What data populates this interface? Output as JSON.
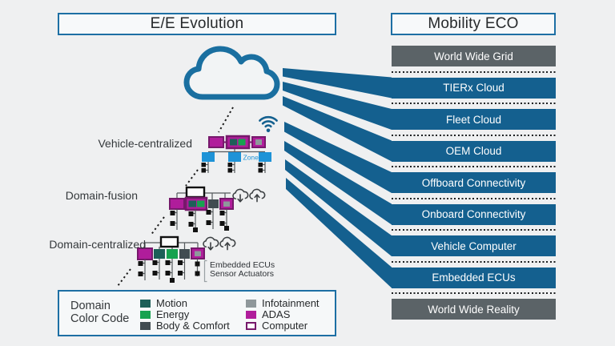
{
  "colors": {
    "bg": "#eff0f1",
    "blue": "#14608f",
    "bar-gray": "#5b6367",
    "light-blue": "#1e93d7",
    "magenta": "#b01d9b",
    "purple": "#76196b",
    "motion": "#1d5f58",
    "energy": "#16a24f",
    "body-comfort": "#414c51",
    "infotainment": "#8f989b",
    "cloud-stroke": "#1a6fa0",
    "border-blue": "#1d6fa4",
    "ink": "#26292b",
    "label": "#34383b"
  },
  "headers": {
    "left": "E/E Evolution",
    "right": "Mobility ECO"
  },
  "evolution": {
    "levels": [
      {
        "label": "Vehicle-centralized"
      },
      {
        "label": "Domain-fusion"
      },
      {
        "label": "Domain-centralized"
      }
    ],
    "zone_label": "Zone",
    "annotation": {
      "line1": "Embedded ECUs",
      "line2": "Sensor Actuators"
    }
  },
  "eco_stack": {
    "items": [
      {
        "label": "World Wide Grid",
        "style": "gray"
      },
      {
        "label": "TIERx Cloud",
        "style": "blue"
      },
      {
        "label": "Fleet Cloud",
        "style": "blue"
      },
      {
        "label": "OEM Cloud",
        "style": "blue"
      },
      {
        "label": "Offboard Connectivity",
        "style": "blue"
      },
      {
        "label": "Onboard Connectivity",
        "style": "blue"
      },
      {
        "label": "Vehicle Computer",
        "style": "blue"
      },
      {
        "label": "Embedded ECUs",
        "style": "blue"
      },
      {
        "label": "World Wide Reality",
        "style": "gray"
      }
    ]
  },
  "legend": {
    "title_line1": "Domain",
    "title_line2": "Color Code",
    "items": [
      {
        "label": "Motion",
        "color_key": "motion"
      },
      {
        "label": "Energy",
        "color_key": "energy"
      },
      {
        "label": "Body & Comfort",
        "color_key": "body-comfort"
      },
      {
        "label": "Infotainment",
        "color_key": "infotainment"
      },
      {
        "label": "ADAS",
        "color_key": "magenta"
      },
      {
        "label": "Computer",
        "color_key": "purple"
      }
    ]
  }
}
